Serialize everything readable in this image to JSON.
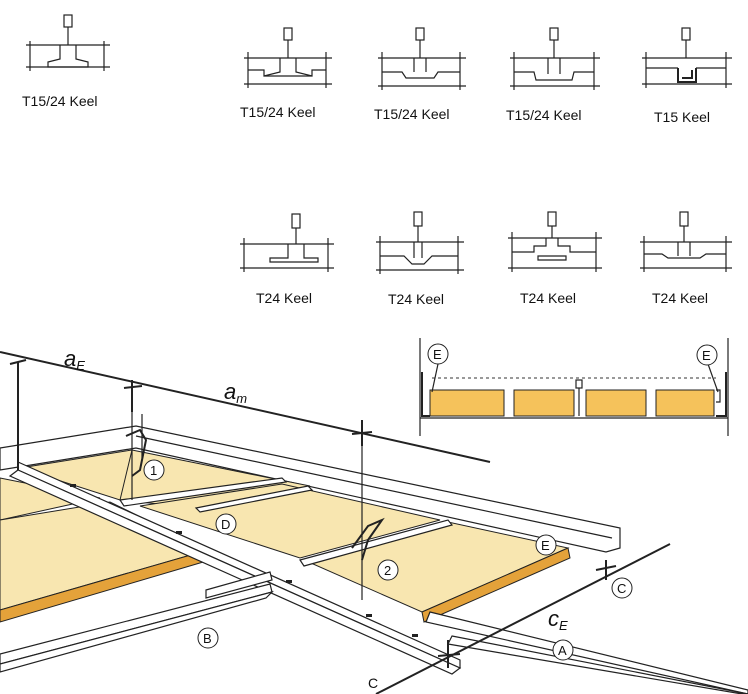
{
  "keel_profiles": [
    {
      "id": "k1",
      "label": "T15/24  Keel"
    },
    {
      "id": "k2",
      "label": "T15/24  Keel"
    },
    {
      "id": "k3",
      "label": "T15/24  Keel"
    },
    {
      "id": "k4",
      "label": "T15/24  Keel"
    },
    {
      "id": "k5",
      "label": "T15  Keel"
    },
    {
      "id": "k6",
      "label": "T24  Keel"
    },
    {
      "id": "k7",
      "label": "T24  Keel"
    },
    {
      "id": "k8",
      "label": "T24  Keel"
    },
    {
      "id": "k9",
      "label": "T24  Keel"
    }
  ],
  "dimensions": {
    "aE_main": "a",
    "aE_sub": "E",
    "am_main": "a",
    "am_sub": "m",
    "cE_main": "c",
    "cE_sub": "E",
    "c": "C"
  },
  "callouts": {
    "one": "1",
    "two": "2",
    "A": "A",
    "B": "B",
    "C": "C",
    "D": "D",
    "E": "E",
    "E_left": "E",
    "E_right": "E"
  },
  "colors": {
    "panel_fill": "#f8e6b0",
    "panel_edge": "#e4a23a",
    "line": "#222222"
  }
}
